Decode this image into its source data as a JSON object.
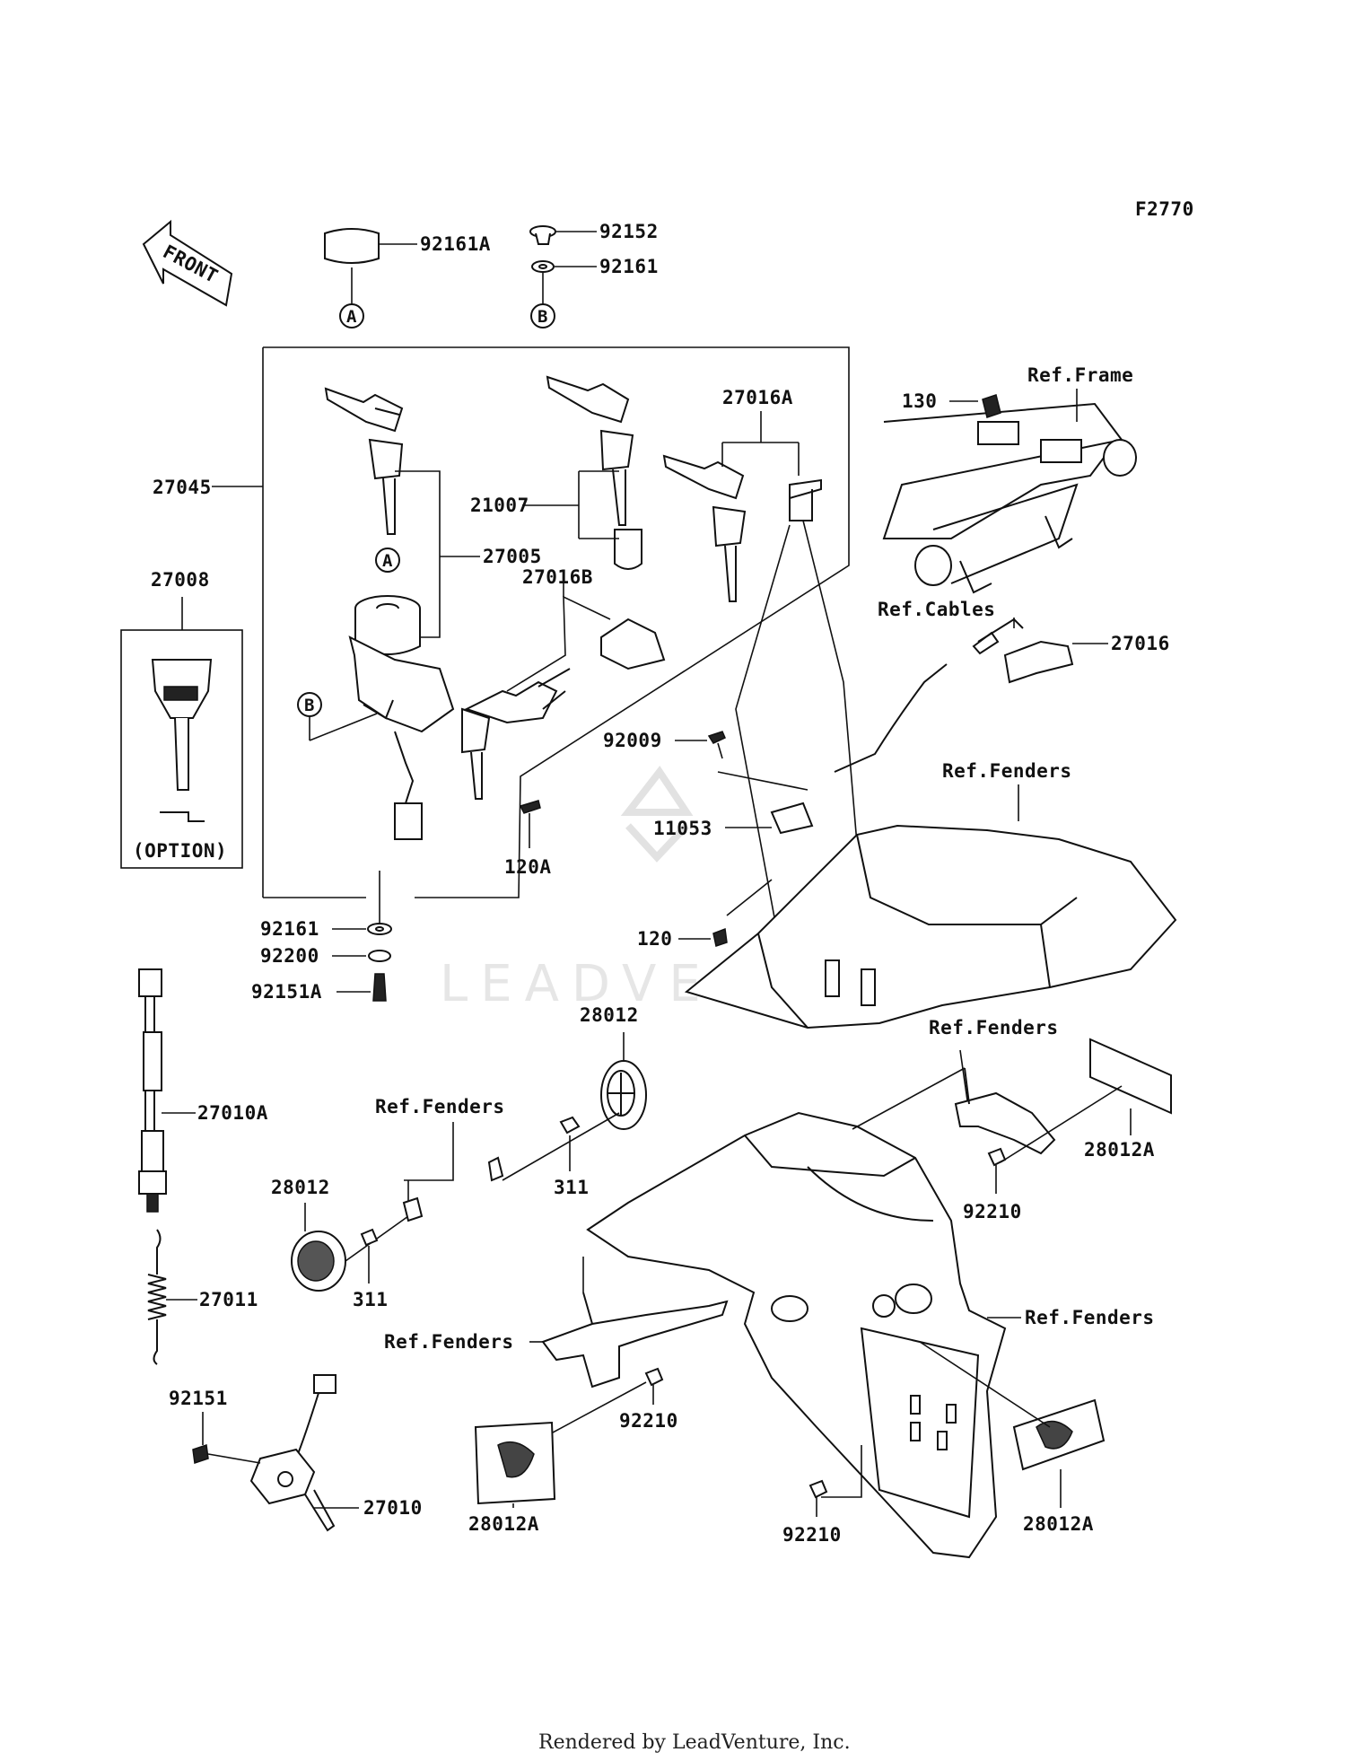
{
  "diagram": {
    "code": "F2770",
    "front_label": "FRONT",
    "option_label": "(OPTION)",
    "callouts": {
      "p92161A": "92161A",
      "p92152": "92152",
      "p92161_top": "92161",
      "p27045": "27045",
      "p21007": "21007",
      "p27005": "27005",
      "p27016A": "27016A",
      "p27016B": "27016B",
      "p27008": "27008",
      "p130": "130",
      "p27016": "27016",
      "p92009": "92009",
      "p11053": "11053",
      "p120A": "120A",
      "p120": "120",
      "p92161": "92161",
      "p92200": "92200",
      "p92151A": "92151A",
      "p27010A": "27010A",
      "p27011": "27011",
      "p28012_top": "28012",
      "p28012_left": "28012",
      "p311_a": "311",
      "p311_b": "311",
      "p28012A_right": "28012A",
      "p92210_right": "92210",
      "p92151": "92151",
      "p27010": "27010",
      "p92210_mid": "92210",
      "p28012A_left": "28012A",
      "p92210_bottom": "92210",
      "p28012A_bottom": "28012A"
    },
    "refs": {
      "ref_frame": "Ref.Frame",
      "ref_cables": "Ref.Cables",
      "ref_fenders_1": "Ref.Fenders",
      "ref_fenders_2": "Ref.Fenders",
      "ref_fenders_3": "Ref.Fenders",
      "ref_fenders_4": "Ref.Fenders",
      "ref_fenders_5": "Ref.Fenders"
    },
    "circle_markers": {
      "a1": "A",
      "a2": "A",
      "b1": "B",
      "b2": "B"
    },
    "watermark": "LEADVENTURE",
    "footer": "Rendered by LeadVenture, Inc."
  }
}
